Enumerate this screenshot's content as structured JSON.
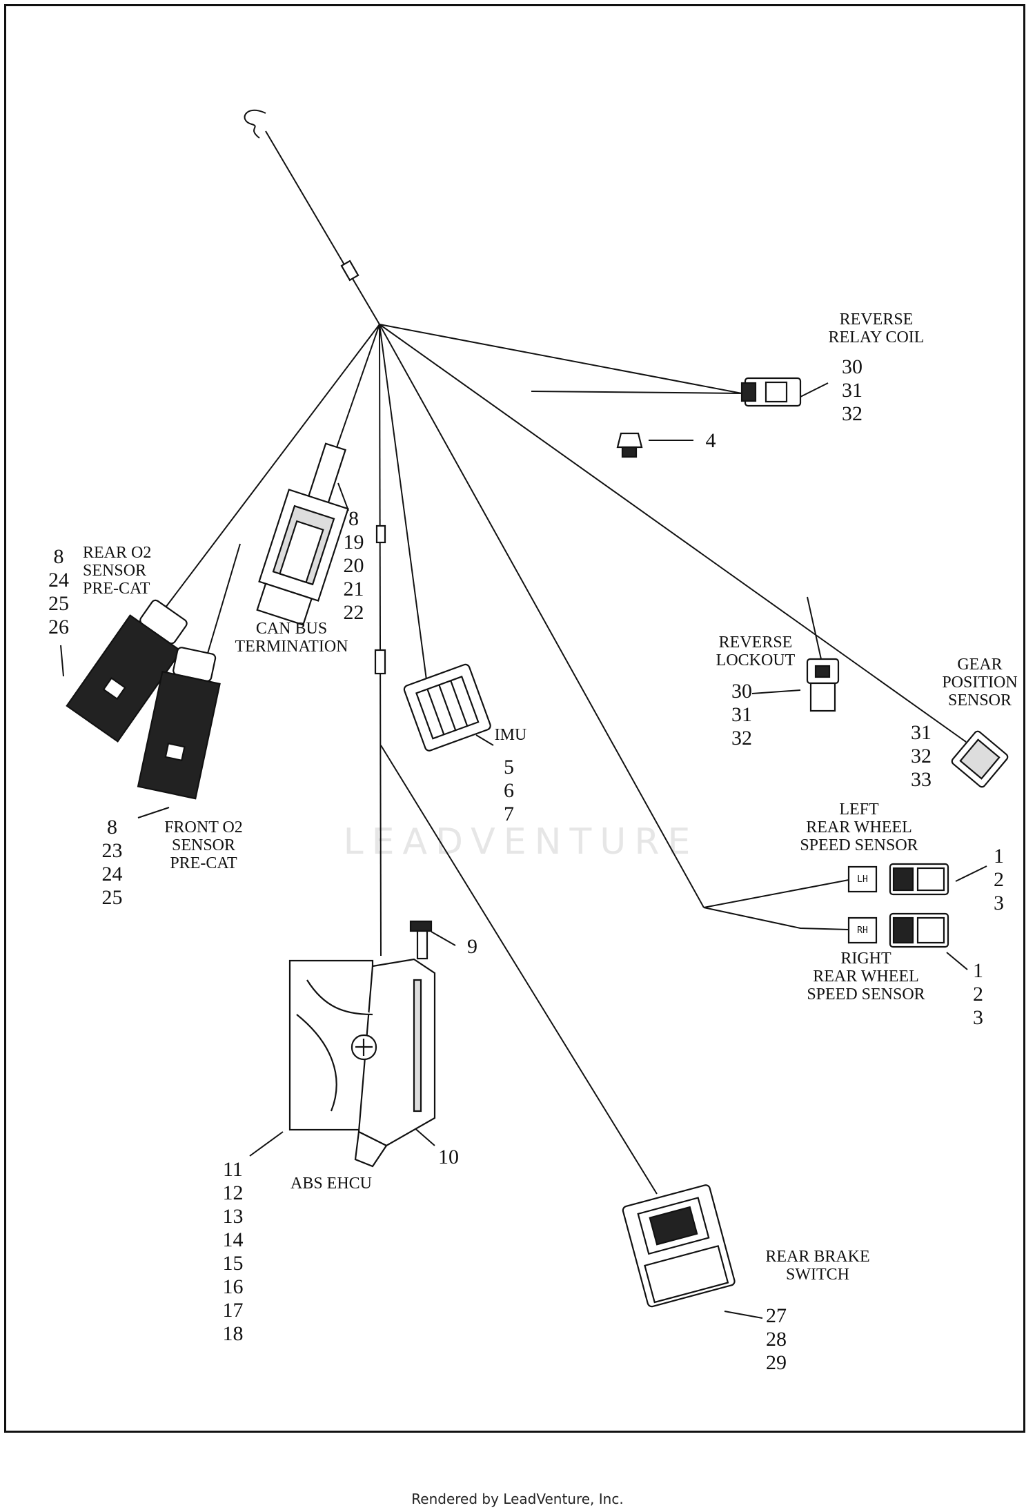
{
  "diagram": {
    "labels": {
      "reverse_relay_coil": "REVERSE\nRELAY COIL",
      "rear_o2_sensor": "REAR O2\nSENSOR\nPRE-CAT",
      "can_bus_termination": "CAN BUS\nTERMINATION",
      "reverse_lockout": "REVERSE\nLOCKOUT",
      "gear_position_sensor": "GEAR\nPOSITION\nSENSOR",
      "imu": "IMU",
      "front_o2_sensor": "FRONT O2\nSENSOR\nPRE-CAT",
      "left_rear_wheel_speed_sensor": "LEFT\nREAR WHEEL\nSPEED SENSOR",
      "right_rear_wheel_speed_sensor": "RIGHT\nREAR WHEEL\nSPEED SENSOR",
      "abs_ehcu": "ABS EHCU",
      "rear_brake_switch": "REAR BRAKE\nSWITCH"
    },
    "callouts": {
      "reverse_relay_coil": "30\n31\n32",
      "item_4": "4",
      "can_bus_termination": "8\n19\n20\n21\n22",
      "rear_o2_sensor": "8\n24\n25\n26",
      "reverse_lockout": "30\n31\n32",
      "gear_position_sensor": "31\n32\n33",
      "imu": "5\n6\n7",
      "front_o2_sensor": "8\n23\n24\n25",
      "left_rear_wheel_speed_sensor": "1\n2\n3",
      "item_9": "9",
      "right_rear_wheel_speed_sensor": "1\n2\n3",
      "item_10": "10",
      "abs_ehcu": "11\n12\n13\n14\n15\n16\n17\n18",
      "rear_brake_switch": "27\n28\n29"
    },
    "tags": {
      "lh": "LH",
      "rh": "RH"
    }
  },
  "watermark": "LEADVENTURE",
  "footer": "Rendered by LeadVenture, Inc."
}
